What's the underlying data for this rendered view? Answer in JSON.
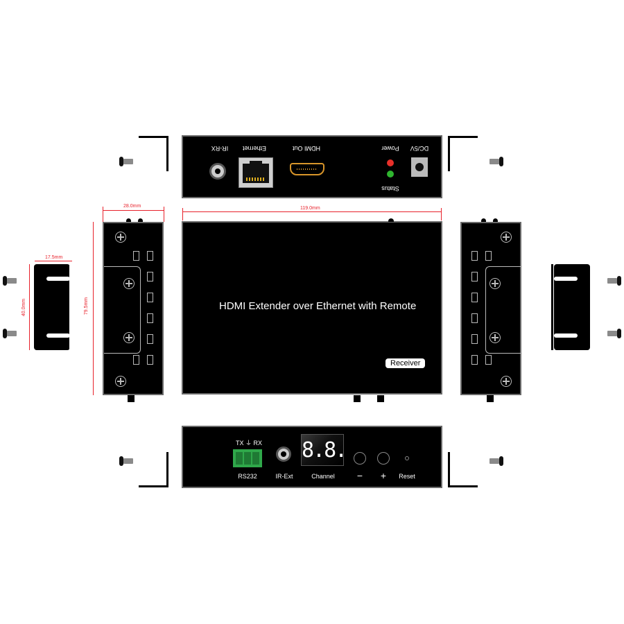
{
  "product": {
    "title": "HDMI Extender over Ethernet with Remote",
    "badge": "Receiver"
  },
  "rear_panel": {
    "labels": {
      "ir_rx": "IR-RX",
      "ethernet": "Ethernet",
      "hdmi_out": "HDMI Out",
      "power": "Power",
      "status": "Status",
      "dc": "DC/5V"
    },
    "led_colors": {
      "power": "#e8302a",
      "status": "#2fb52f"
    },
    "hdmi_color": "#d9962a"
  },
  "front_panel": {
    "labels": {
      "rs232_top": "TX ⏚ RX",
      "rs232": "RS232",
      "ir_ext": "IR-Ext",
      "channel": "Channel",
      "minus": "−",
      "plus": "+",
      "reset": "Reset"
    },
    "channel_display": "8.8.",
    "terminal_color": "#2fa84a"
  },
  "dimensions": {
    "width": "119.0mm",
    "depth": "28.0mm",
    "height": "79.5mm",
    "bracket_width": "17.5mm",
    "bracket_height": "40.0mm"
  },
  "colors": {
    "dimension": "#e8202a",
    "body": "#000000",
    "screw_shaft": "#8a8a8a"
  }
}
